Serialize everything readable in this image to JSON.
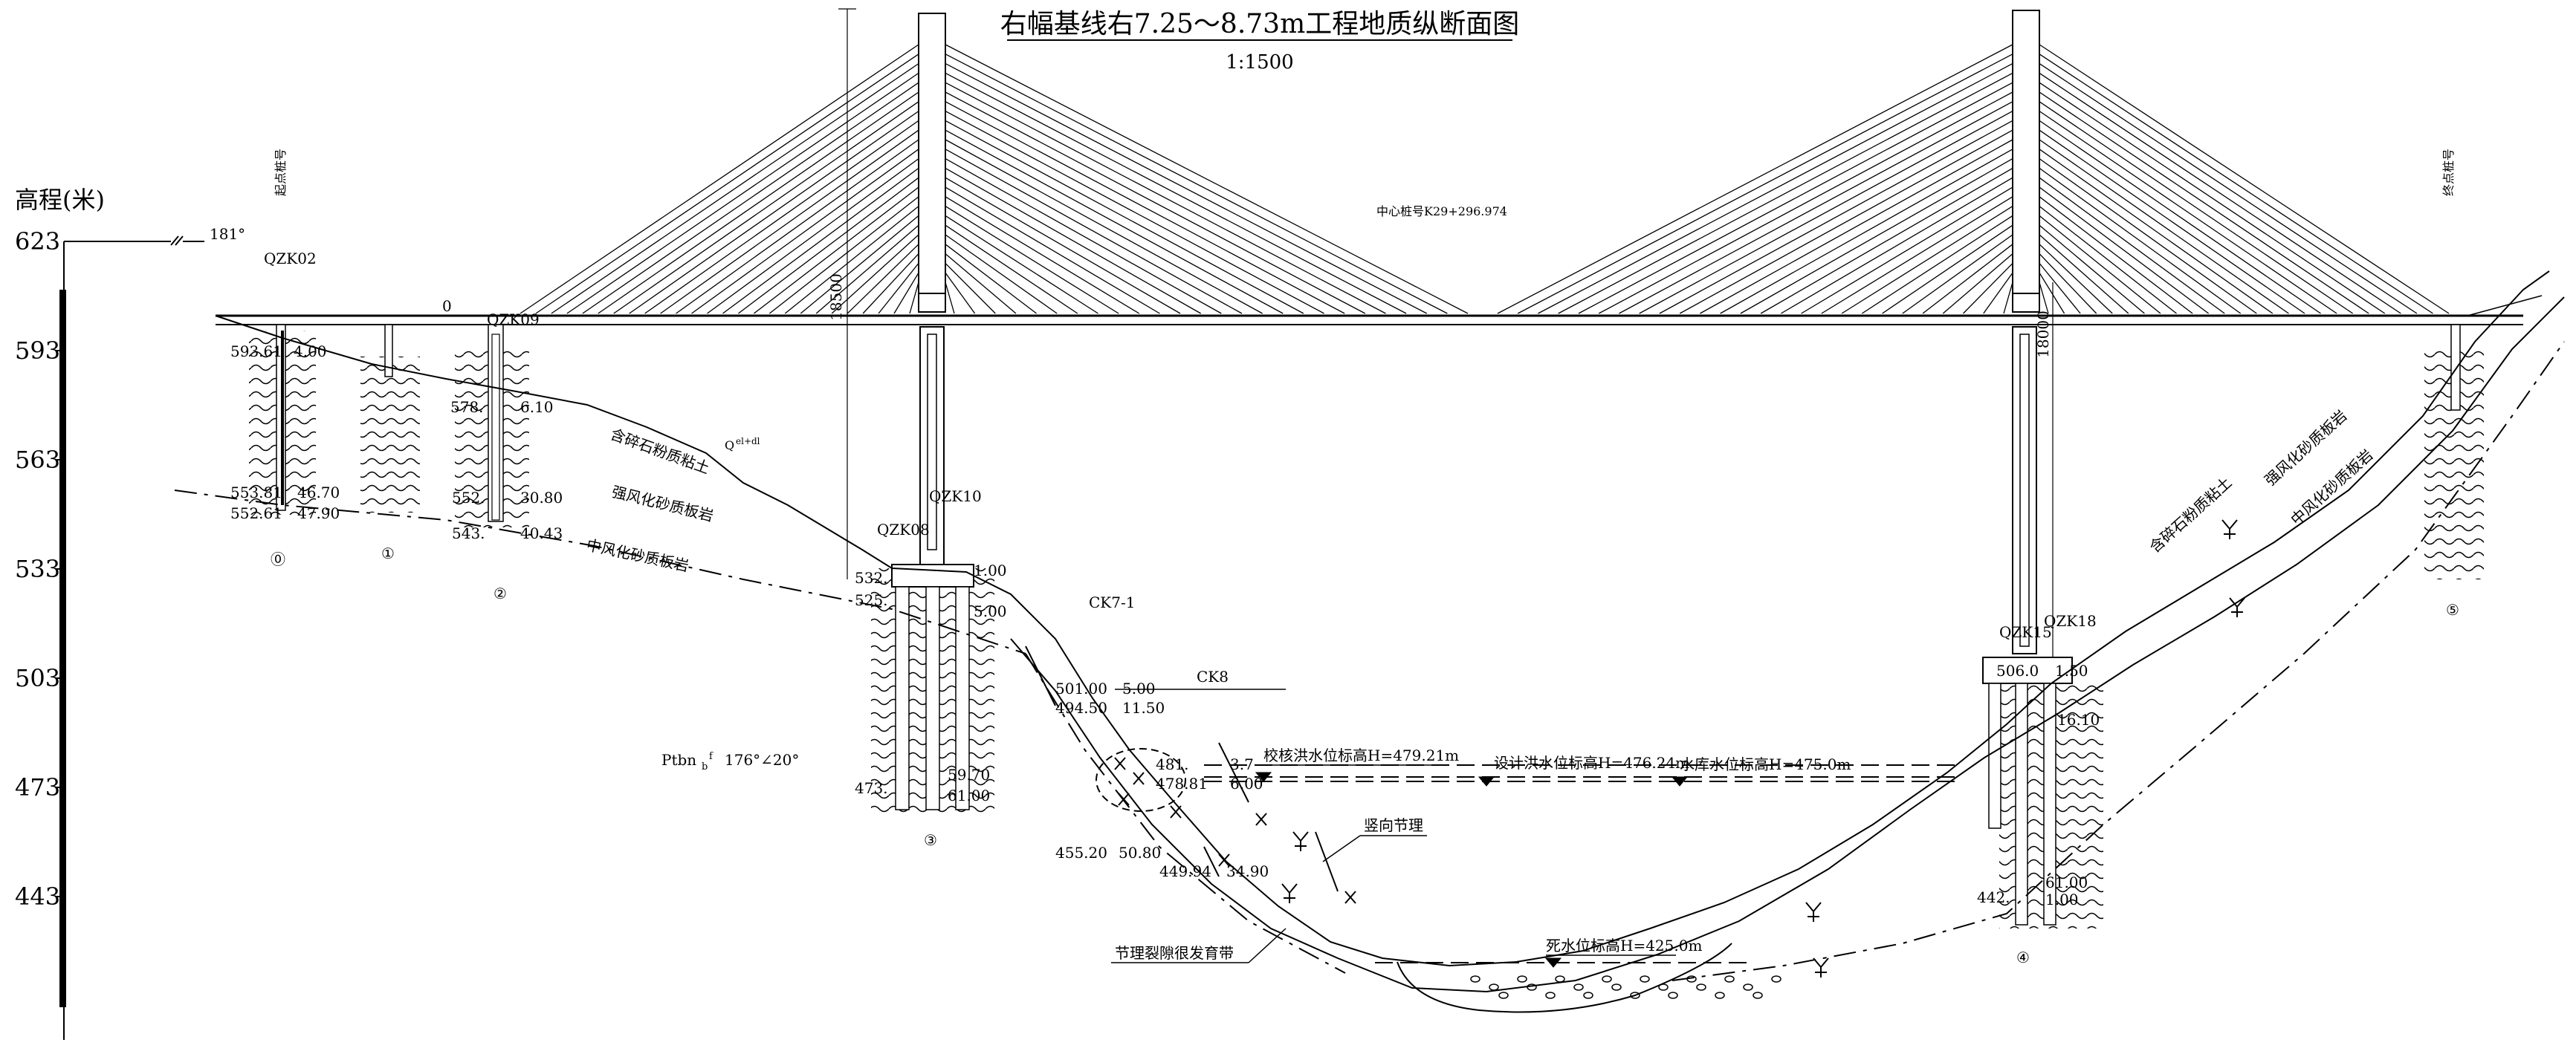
{
  "title": "右幅基线右7.25～8.73m工程地质纵断面图",
  "scale": "1:1500",
  "axis": {
    "label": "高程(米)",
    "ticks": [
      "623",
      "593",
      "563",
      "533",
      "503",
      "473",
      "443"
    ]
  },
  "top_notes": {
    "left_pier": "起点桩号",
    "center": "中心桩号K29+296.974",
    "right_pier": "终点桩号",
    "angle": "181°",
    "zero": "0"
  },
  "boreholes": [
    {
      "id": "QZK02"
    },
    {
      "id": "QZK09"
    },
    {
      "id": "QZK08"
    },
    {
      "id": "QZK10"
    },
    {
      "id": "CK7-1"
    },
    {
      "id": "CK8"
    },
    {
      "id": "QZK15"
    },
    {
      "id": "QZK18"
    }
  ],
  "pier_numbers": [
    "⓪",
    "①",
    "②",
    "③",
    "④",
    "⑤"
  ],
  "dims": {
    "tower_left": "18500",
    "tower_right": "18000"
  },
  "strata": {
    "left_1": "含碎石粉质粘土",
    "left_1_sup": "Q",
    "left_1_sub": "el+dl",
    "left_2": "强风化砂质板岩",
    "left_3": "中风化砂质板岩",
    "right_1": "含碎石粉质粘土",
    "right_2": "强风化砂质板岩",
    "right_3": "中风化砂质板岩",
    "formation": "Ptbn",
    "formation_sub": "b",
    "formation_sup": "f",
    "orientation": "176°∠20°"
  },
  "water_levels": {
    "check_flood": "校核洪水位标高H=479.21m",
    "design_flood": "设计洪水位标高H=476.24m",
    "normal_pool": "水库水位标高H=475.0m",
    "dead_pool": "死水位标高H=425.0m"
  },
  "features": {
    "vertical_joint": "竖向节理",
    "joint_zone": "节理裂隙很发育带"
  },
  "elev_labels": [
    "593.61",
    "4.00",
    "578.",
    "6.10",
    "553.81",
    "46.70",
    "552.61",
    "47.90",
    "552.",
    "30.80",
    "543.",
    "40.43",
    "532.",
    "1.00",
    "525.",
    "5.00",
    "473.",
    "59.70",
    "61.00",
    "501.00",
    "5.00",
    "494.50",
    "11.50",
    "481.",
    "3.7",
    "478.81",
    "6.00",
    "455.20",
    "50.80",
    "449.94",
    "34.90",
    "506.0",
    "1.50",
    "16.10",
    "442.",
    "61.00",
    "1.00"
  ]
}
